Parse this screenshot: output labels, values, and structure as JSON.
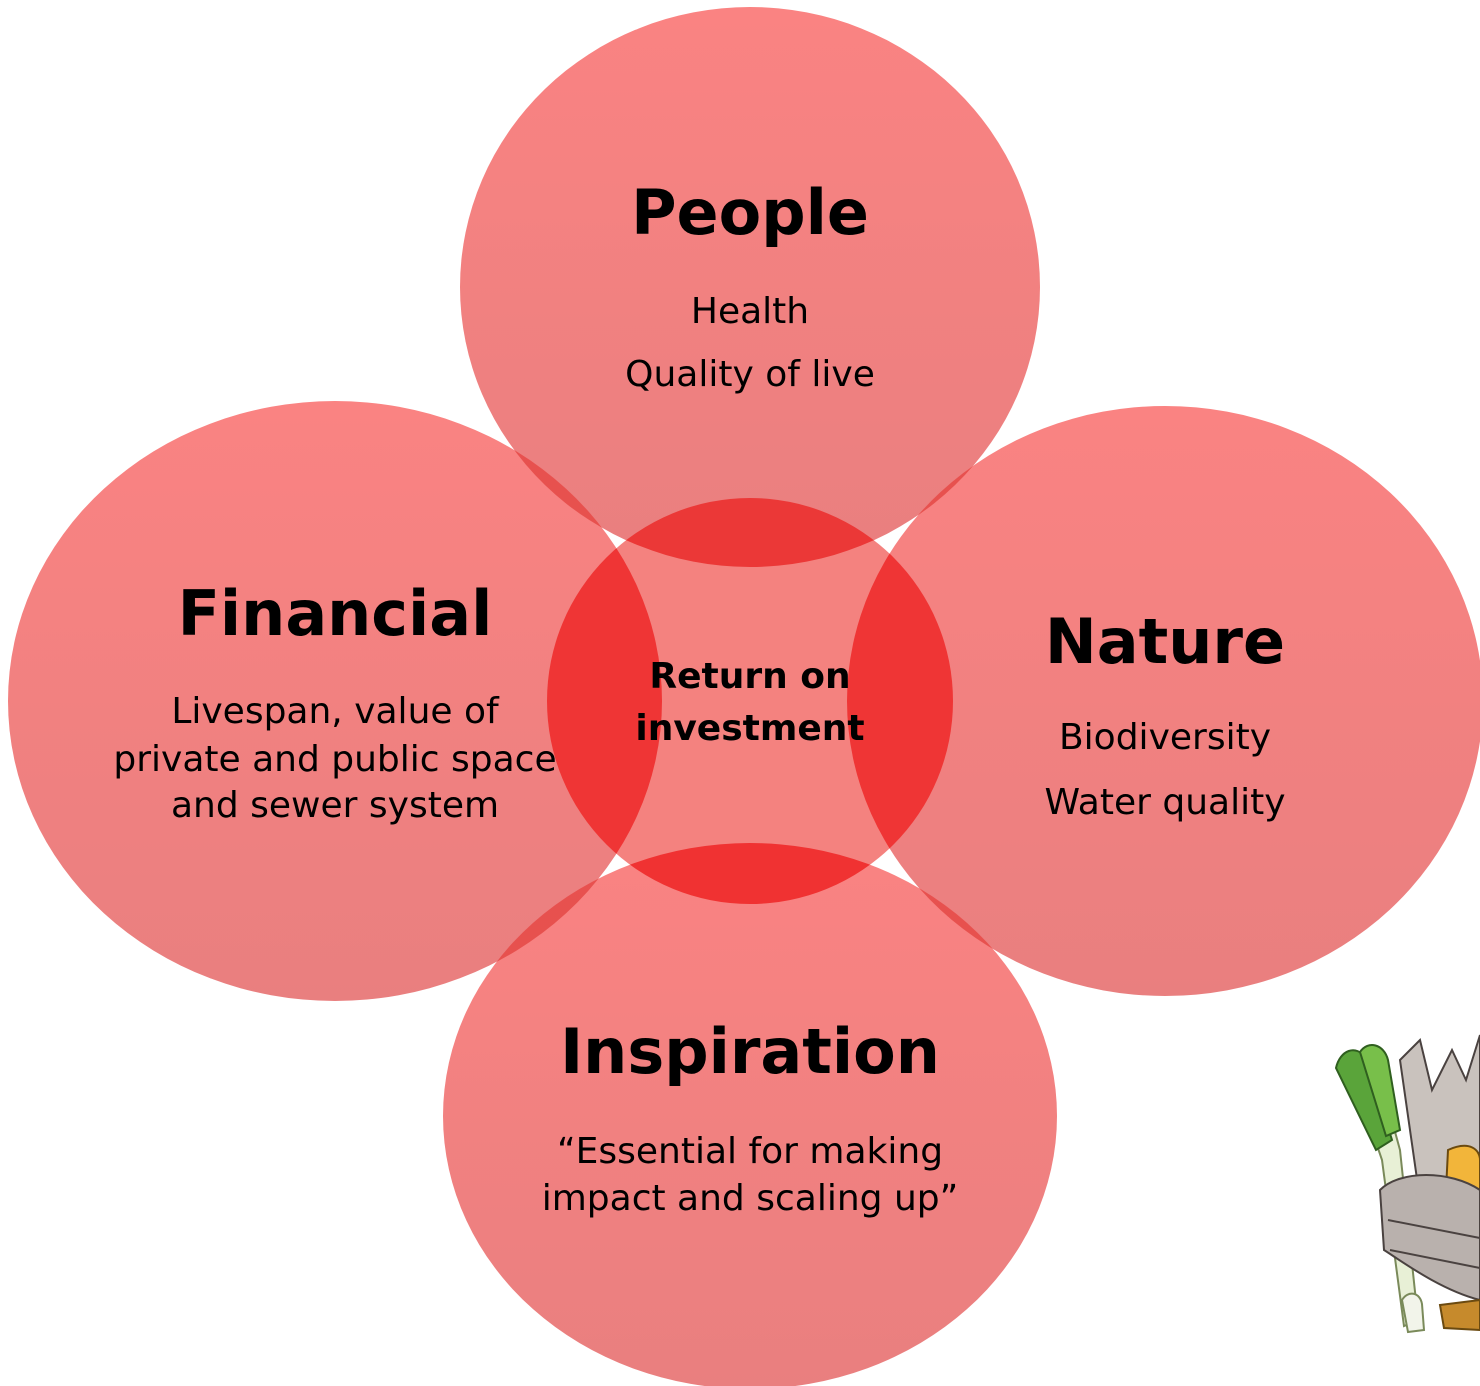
{
  "colors": {
    "circle_top": "#f98482",
    "circle_bottom": "#ea7f7f",
    "overlap": "#f0302f",
    "text": "#000000",
    "background": "#ffffff"
  },
  "diagram": {
    "circles": [
      {
        "id": "people",
        "title": "People",
        "lines": [
          "Health",
          "Quality of live"
        ]
      },
      {
        "id": "financial",
        "title": "Financial",
        "lines": [
          "Livespan, value of",
          "private and public space",
          "and sewer system"
        ]
      },
      {
        "id": "nature",
        "title": "Nature",
        "lines": [
          "Biodiversity",
          "Water quality"
        ]
      },
      {
        "id": "inspiration",
        "title": "Inspiration",
        "lines": [
          "“Essential for making",
          "impact and scaling up”"
        ]
      }
    ],
    "center": {
      "line1": "Return on",
      "line2": "investment"
    }
  },
  "mascot": {
    "icon": "farfetchd-mascot-icon"
  }
}
